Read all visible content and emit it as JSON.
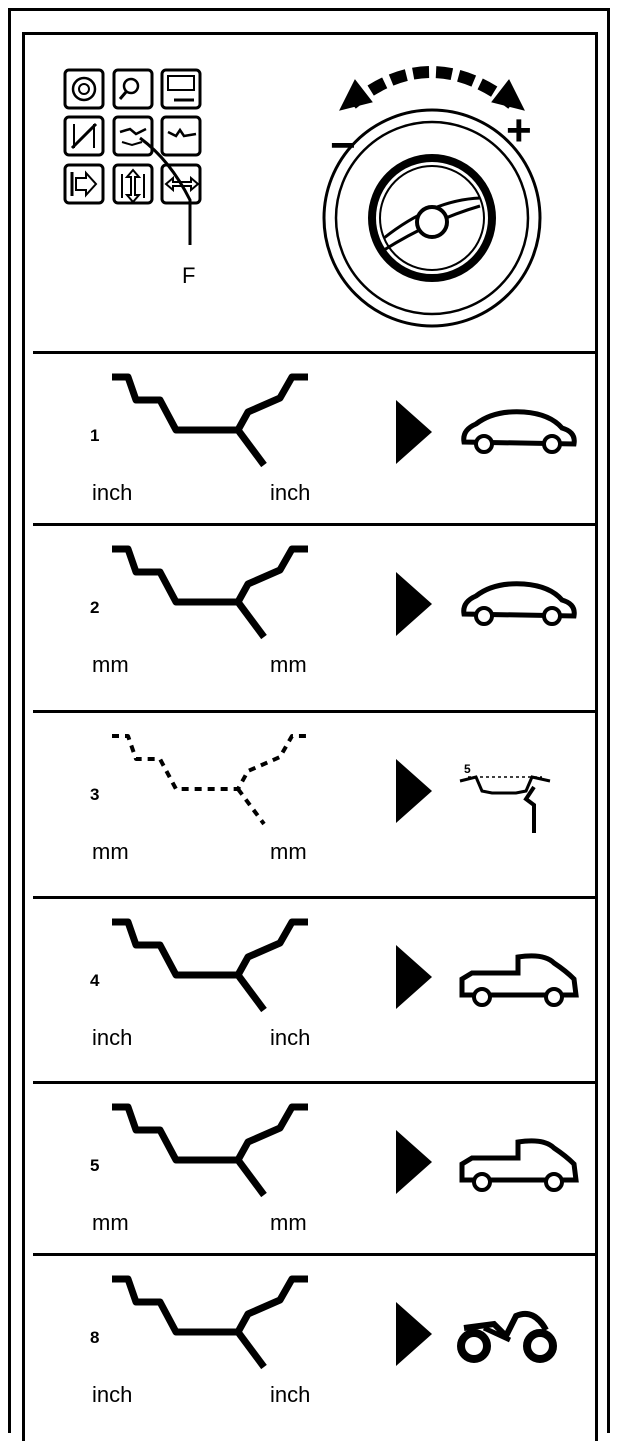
{
  "header": {
    "callout_label": "F",
    "minus_sign": "−",
    "plus_sign": "+",
    "panel_icons": [
      "wheel-icon",
      "zoom-icon",
      "display-icon",
      "balance-icon",
      "program-select-icon",
      "weight-icon",
      "arrow-right-icon",
      "height-icon",
      "width-icon"
    ]
  },
  "programs": [
    {
      "number": "1",
      "left_unit": "inch",
      "right_unit": "inch",
      "rim_style": "solid",
      "vehicle": "car-icon"
    },
    {
      "number": "2",
      "left_unit": "mm",
      "right_unit": "mm",
      "rim_style": "solid",
      "vehicle": "car-icon"
    },
    {
      "number": "3",
      "left_unit": "mm",
      "right_unit": "mm",
      "rim_style": "dashed",
      "vehicle": "rim-profile-icon"
    },
    {
      "number": "4",
      "left_unit": "inch",
      "right_unit": "inch",
      "rim_style": "solid",
      "vehicle": "pickup-truck-icon"
    },
    {
      "number": "5",
      "left_unit": "mm",
      "right_unit": "mm",
      "rim_style": "solid",
      "vehicle": "pickup-truck-icon"
    },
    {
      "number": "8",
      "left_unit": "inch",
      "right_unit": "inch",
      "rim_style": "solid",
      "vehicle": "motorcycle-icon"
    }
  ]
}
